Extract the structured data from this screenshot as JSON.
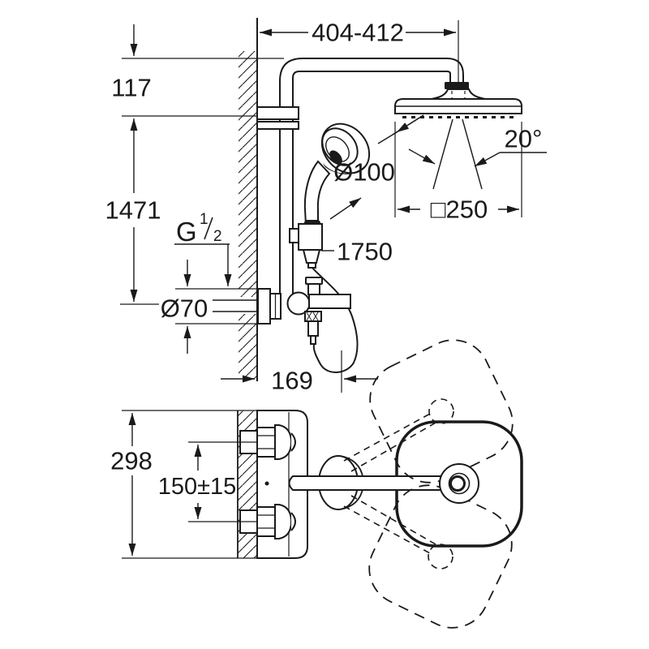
{
  "drawing": {
    "title": "shower-system-dimension-drawing",
    "colors": {
      "ink": "#1a1a1a",
      "background": "#ffffff"
    },
    "labels": {
      "arm_reach": "404-412",
      "head_offset": "117",
      "overall_height": "1471",
      "thread_g": "G",
      "thread_num": "1",
      "thread_den": "2",
      "escutcheon_diameter": "Ø70",
      "hand_shower_diameter": "Ø100",
      "hose_length": "1750",
      "spray_angle": "20°",
      "head_shower_size": "□250",
      "valve_projection": "169",
      "plan_width": "298",
      "connection_centers": "150±15"
    }
  }
}
